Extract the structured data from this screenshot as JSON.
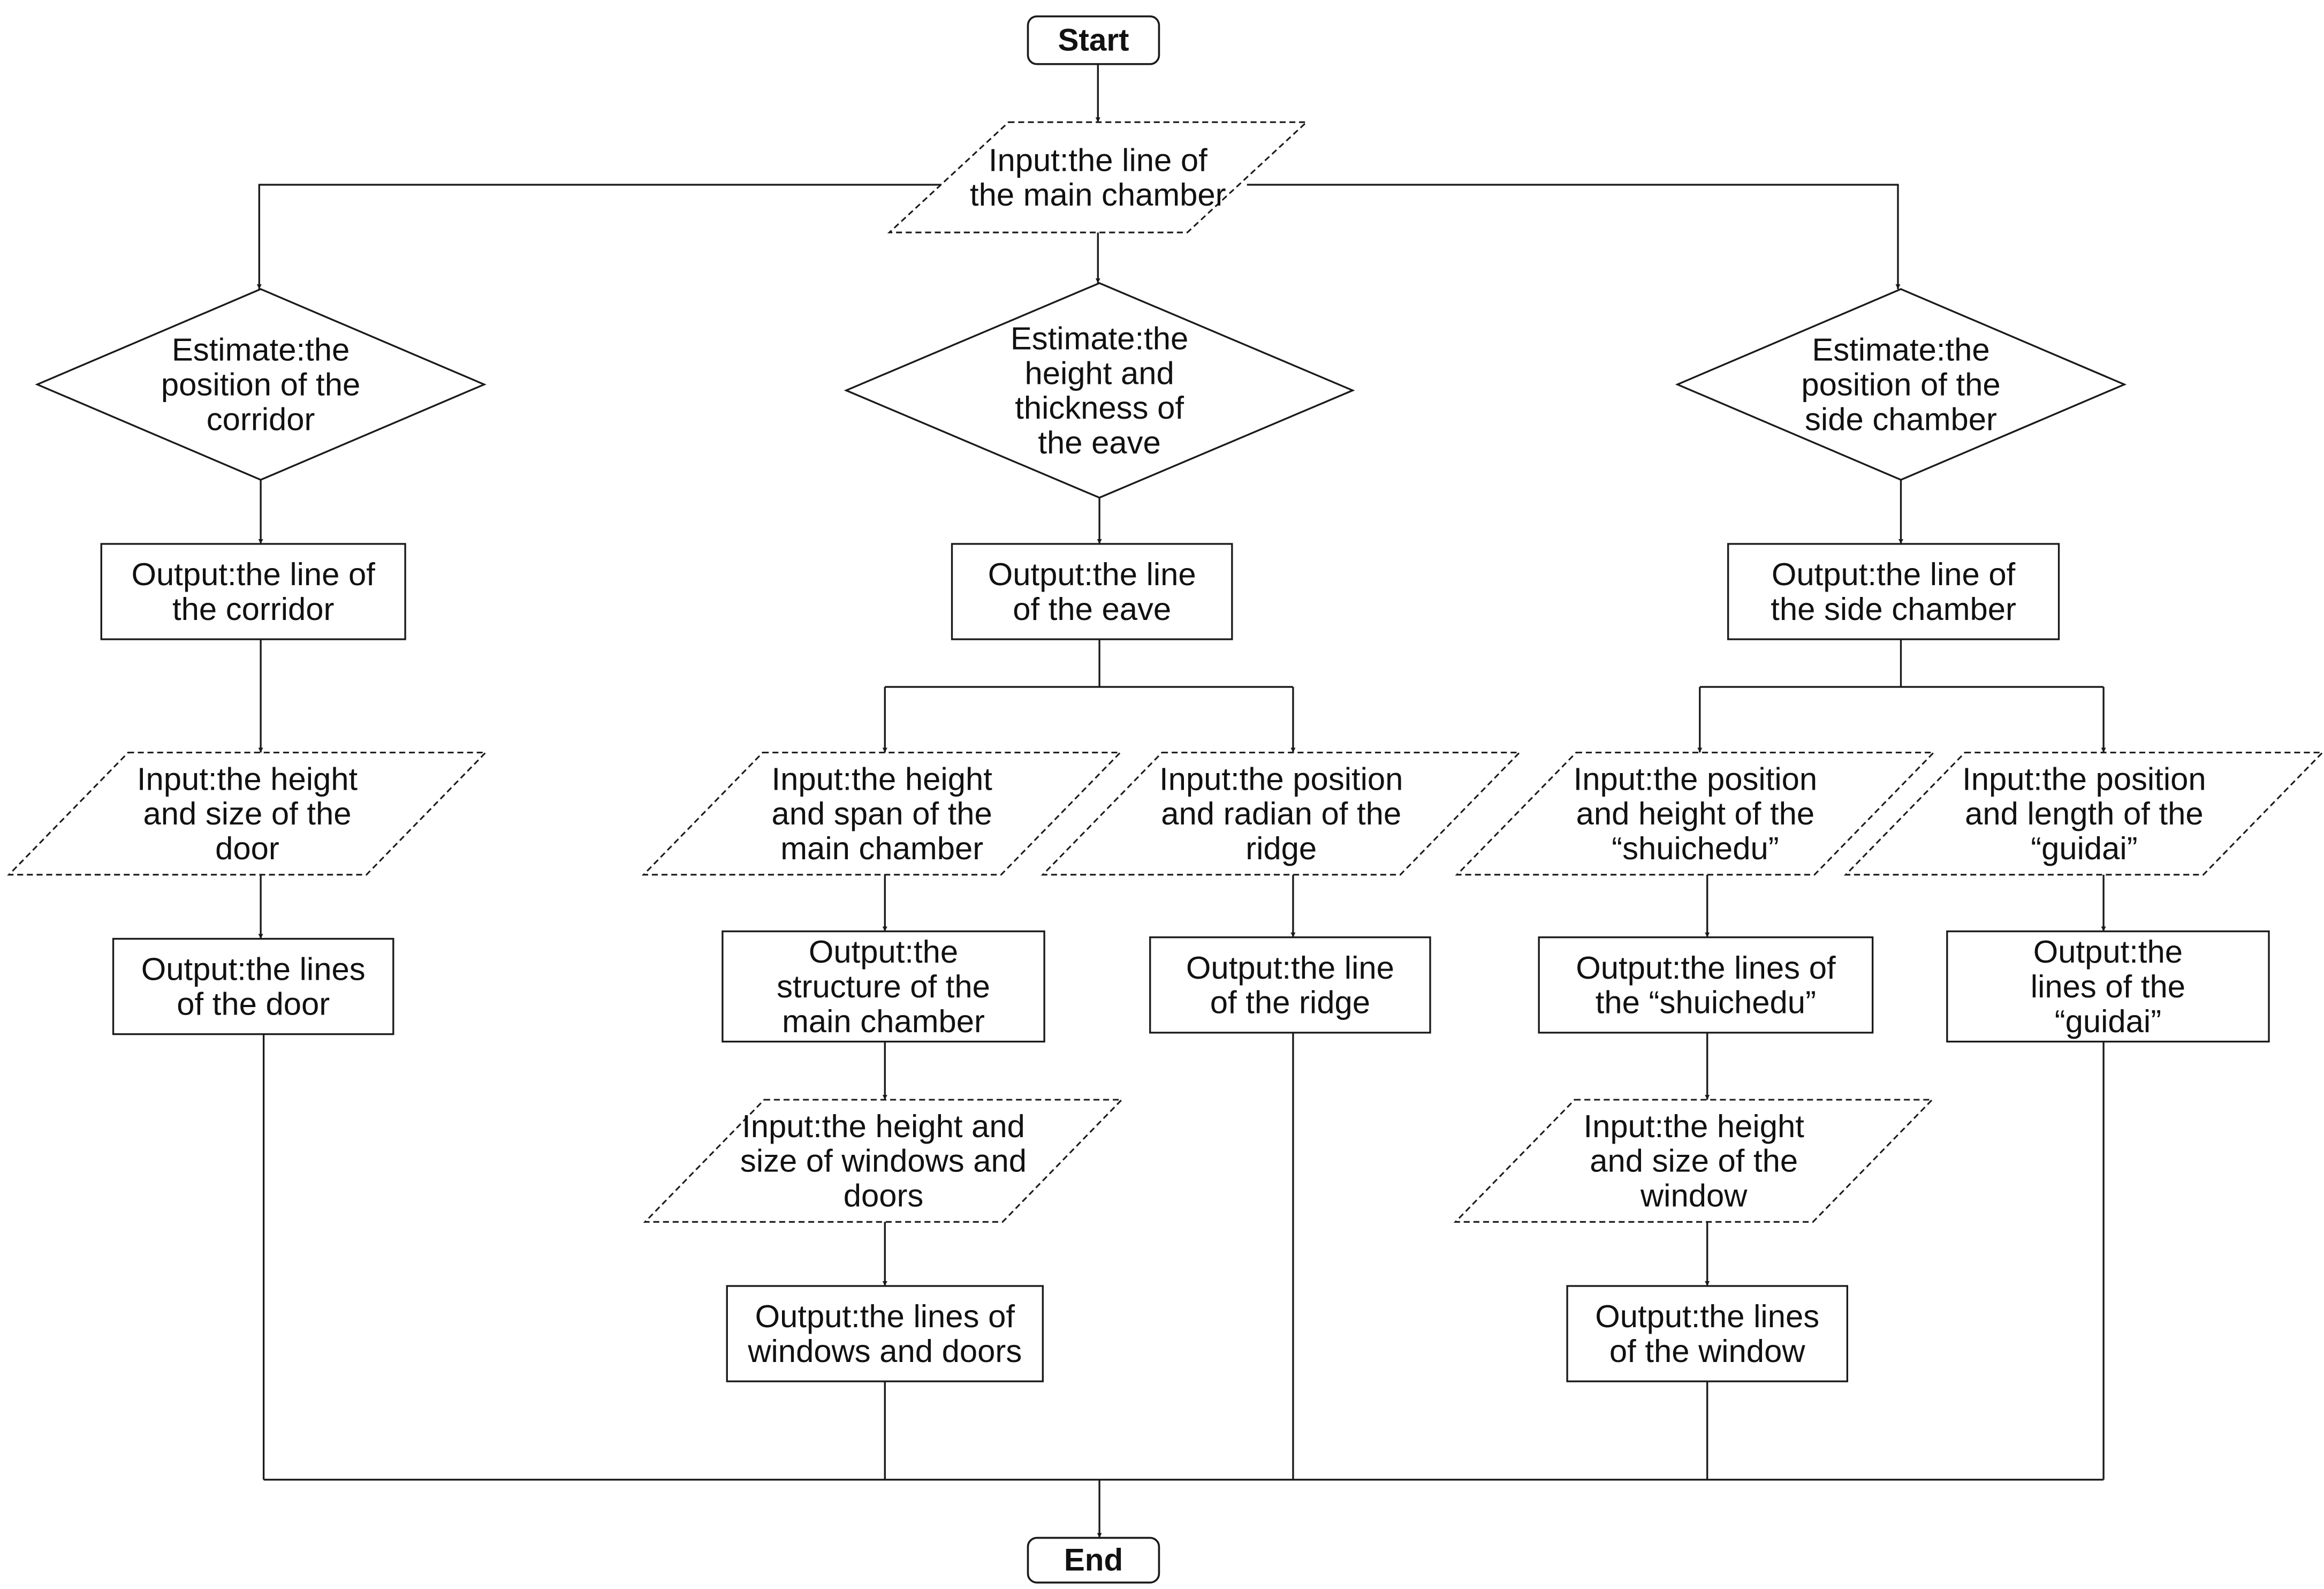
{
  "diagram": {
    "colors": {
      "stroke": "#1a1a1a",
      "text": "#111111",
      "background": "#ffffff"
    },
    "nodes": [
      {
        "id": "start",
        "shape": "terminal",
        "lines": [
          "Start"
        ]
      },
      {
        "id": "input-main",
        "shape": "data",
        "lines": [
          "Input:the line of",
          "the main chamber"
        ]
      },
      {
        "id": "est-corridor",
        "shape": "decision",
        "lines": [
          "Estimate:the",
          "position of the",
          "corridor"
        ]
      },
      {
        "id": "est-eave",
        "shape": "decision",
        "lines": [
          "Estimate:the",
          "height and",
          "thickness of",
          "the eave"
        ]
      },
      {
        "id": "est-side",
        "shape": "decision",
        "lines": [
          "Estimate:the",
          "position of the",
          "side chamber"
        ]
      },
      {
        "id": "out-corridor",
        "shape": "process",
        "lines": [
          "Output:the line of",
          "the corridor"
        ]
      },
      {
        "id": "out-eave",
        "shape": "process",
        "lines": [
          "Output:the line",
          "of the eave"
        ]
      },
      {
        "id": "out-side",
        "shape": "process",
        "lines": [
          "Output:the line of",
          "the side chamber"
        ]
      },
      {
        "id": "in-door",
        "shape": "data",
        "lines": [
          "Input:the height",
          "and size of the",
          "door"
        ]
      },
      {
        "id": "in-main-span",
        "shape": "data",
        "lines": [
          "Input:the height",
          "and span of  the",
          "main chamber"
        ]
      },
      {
        "id": "in-ridge",
        "shape": "data",
        "lines": [
          "Input:the position",
          "and radian of the",
          "ridge"
        ]
      },
      {
        "id": "in-shuichedu",
        "shape": "data",
        "lines": [
          "Input:the position",
          "and height of the",
          "“shuichedu”"
        ]
      },
      {
        "id": "in-guidai",
        "shape": "data",
        "lines": [
          "Input:the position",
          "and length of the",
          "“guidai”"
        ]
      },
      {
        "id": "out-door",
        "shape": "process",
        "lines": [
          "Output:the lines",
          "of the door"
        ]
      },
      {
        "id": "out-structure",
        "shape": "process",
        "lines": [
          "Output:the",
          "structure of the",
          "main chamber"
        ]
      },
      {
        "id": "out-ridge",
        "shape": "process",
        "lines": [
          "Output:the line",
          "of the ridge"
        ]
      },
      {
        "id": "out-shuichedu",
        "shape": "process",
        "lines": [
          "Output:the lines of",
          "the “shuichedu”"
        ]
      },
      {
        "id": "out-guidai",
        "shape": "process",
        "lines": [
          "Output:the",
          "lines of the",
          "“guidai”"
        ]
      },
      {
        "id": "in-windows-doors",
        "shape": "data",
        "lines": [
          "Input:the height and",
          "size of windows and",
          "doors"
        ]
      },
      {
        "id": "in-window",
        "shape": "data",
        "lines": [
          "Input:the height",
          "and size of the",
          "window"
        ]
      },
      {
        "id": "out-windows-doors",
        "shape": "process",
        "lines": [
          "Output:the lines of",
          "windows and doors"
        ]
      },
      {
        "id": "out-window",
        "shape": "process",
        "lines": [
          "Output:the lines",
          "of the window"
        ]
      },
      {
        "id": "end",
        "shape": "terminal",
        "lines": [
          "End"
        ]
      }
    ],
    "edges": [
      [
        "start",
        "input-main"
      ],
      [
        "input-main",
        "est-corridor"
      ],
      [
        "input-main",
        "est-eave"
      ],
      [
        "input-main",
        "est-side"
      ],
      [
        "est-corridor",
        "out-corridor"
      ],
      [
        "est-eave",
        "out-eave"
      ],
      [
        "est-side",
        "out-side"
      ],
      [
        "out-corridor",
        "in-door"
      ],
      [
        "out-eave",
        "in-main-span"
      ],
      [
        "out-eave",
        "in-ridge"
      ],
      [
        "out-side",
        "in-shuichedu"
      ],
      [
        "out-side",
        "in-guidai"
      ],
      [
        "in-door",
        "out-door"
      ],
      [
        "in-main-span",
        "out-structure"
      ],
      [
        "in-ridge",
        "out-ridge"
      ],
      [
        "in-shuichedu",
        "out-shuichedu"
      ],
      [
        "in-guidai",
        "out-guidai"
      ],
      [
        "out-structure",
        "in-windows-doors"
      ],
      [
        "out-shuichedu",
        "in-window"
      ],
      [
        "in-windows-doors",
        "out-windows-doors"
      ],
      [
        "in-window",
        "out-window"
      ],
      [
        "out-door",
        "end"
      ],
      [
        "out-windows-doors",
        "end"
      ],
      [
        "out-ridge",
        "end"
      ],
      [
        "out-window",
        "end"
      ],
      [
        "out-guidai",
        "end"
      ]
    ]
  }
}
